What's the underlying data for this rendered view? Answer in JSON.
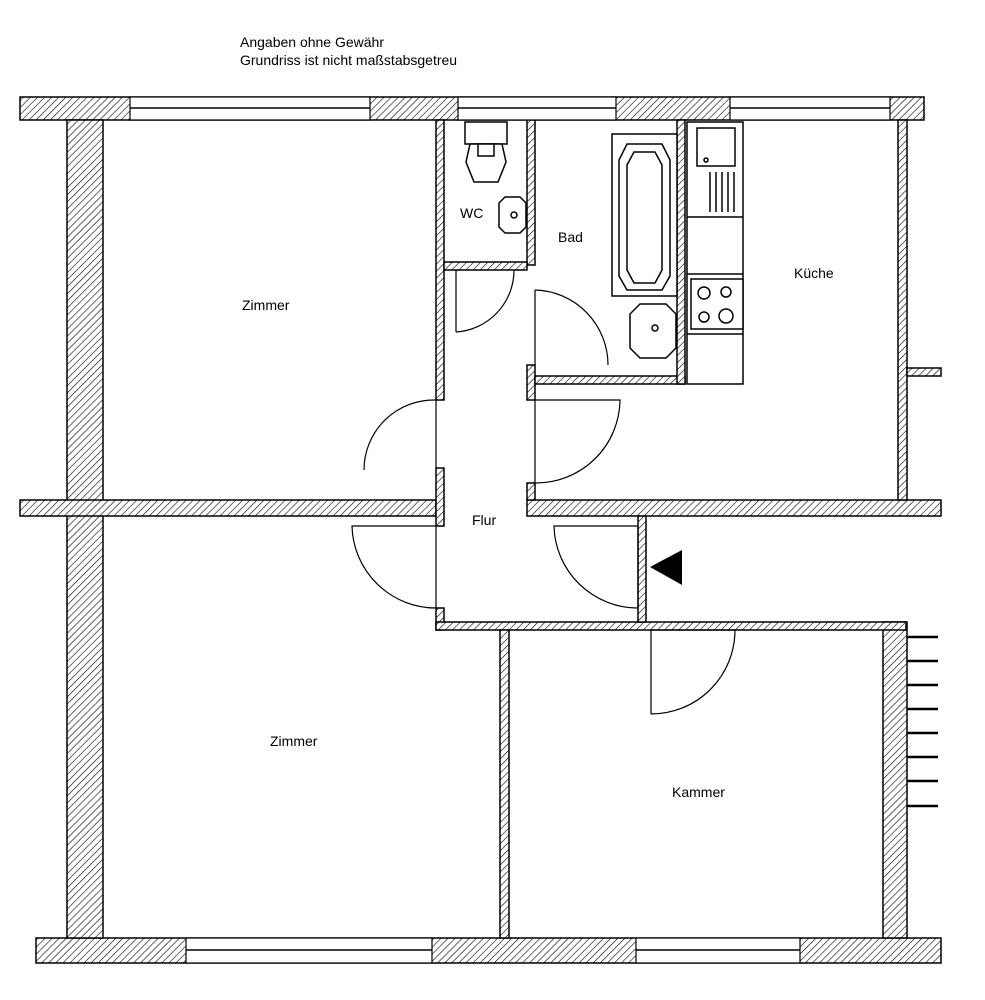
{
  "disclaimer": {
    "line1": "Angaben ohne Gewähr",
    "line2": "Grundriss ist nicht maßstabsgetreu"
  },
  "rooms": {
    "zimmer_top": "Zimmer",
    "wc": "WC",
    "bad": "Bad",
    "kueche": "Küche",
    "flur": "Flur",
    "zimmer_bottom": "Zimmer",
    "kammer": "Kammer"
  },
  "icons": {
    "entrance": "entrance-arrow-icon",
    "balcony": "balcony-railing-icon"
  }
}
